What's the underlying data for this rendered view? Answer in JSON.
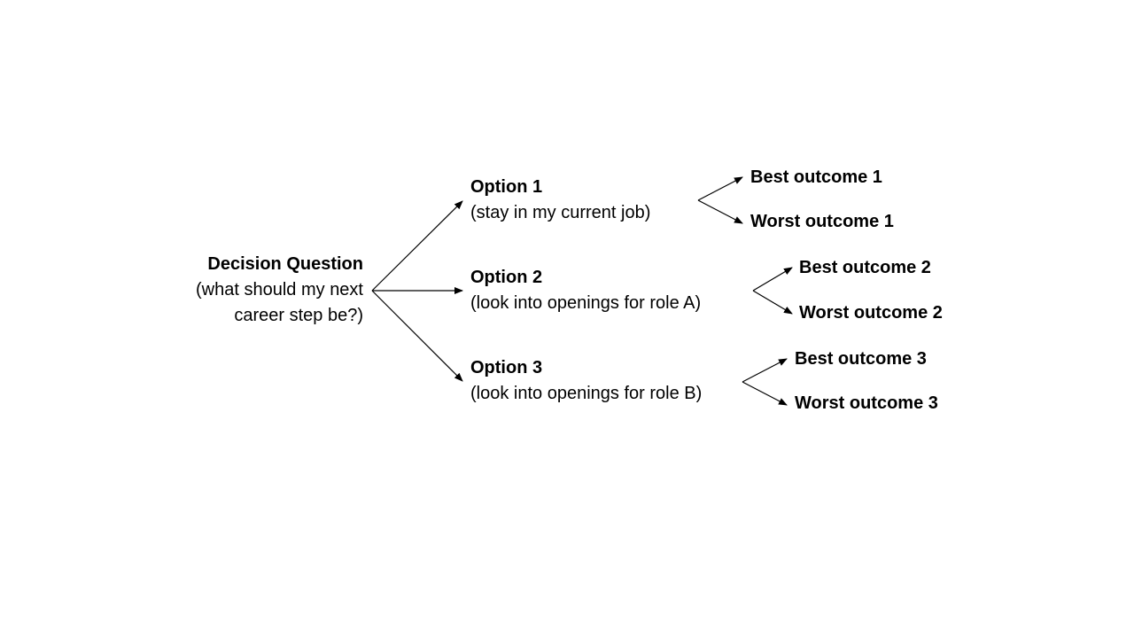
{
  "root": {
    "title": "Decision Question",
    "line1": "(what should my next",
    "line2": "career step be?)"
  },
  "options": [
    {
      "title": "Option 1",
      "subtitle": "(stay in my current job)",
      "best": "Best outcome 1",
      "worst": "Worst outcome 1"
    },
    {
      "title": "Option 2",
      "subtitle": "(look into openings for role A)",
      "best": "Best outcome 2",
      "worst": "Worst outcome 2"
    },
    {
      "title": "Option 3",
      "subtitle": "(look into openings for role B)",
      "best": "Best outcome 3",
      "worst": "Worst outcome 3"
    }
  ],
  "colors": {
    "background": "#ffffff",
    "text": "#000000",
    "arrow": "#000000"
  }
}
